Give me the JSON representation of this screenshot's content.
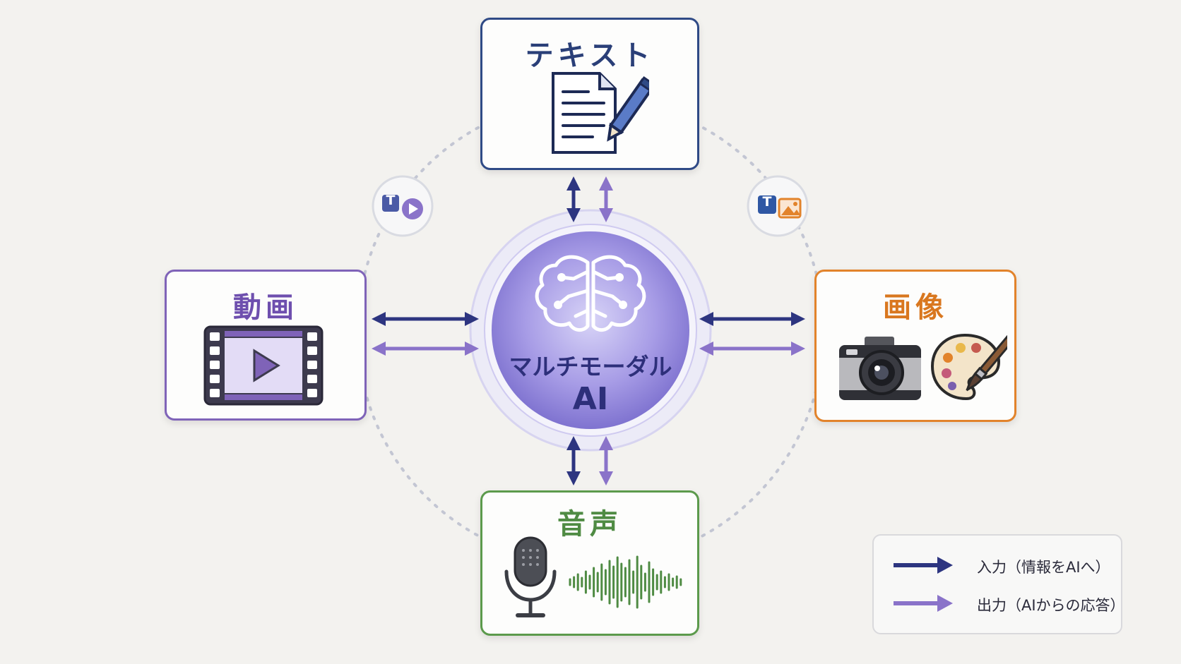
{
  "nodes": {
    "text": {
      "label": "テキスト",
      "color": "#2f4a86"
    },
    "video": {
      "label": "動画",
      "color": "#7f63b8"
    },
    "image": {
      "label": "画像",
      "color": "#e2832b"
    },
    "audio": {
      "label": "音声",
      "color": "#5c9a4c"
    }
  },
  "center": {
    "line1": "マルチモーダル",
    "line2": "AI",
    "icon": "brain-circuit-icon"
  },
  "badges": {
    "text_video": {
      "letter": "T",
      "icon": "text-to-video-icon"
    },
    "text_image": {
      "letter": "T",
      "icon": "text-to-image-icon"
    }
  },
  "legend": {
    "input": {
      "label": "入力（情報をAIへ）",
      "color": "#2d3580"
    },
    "output": {
      "label": "出力（AIからの応答）",
      "color": "#8a73c9"
    }
  }
}
